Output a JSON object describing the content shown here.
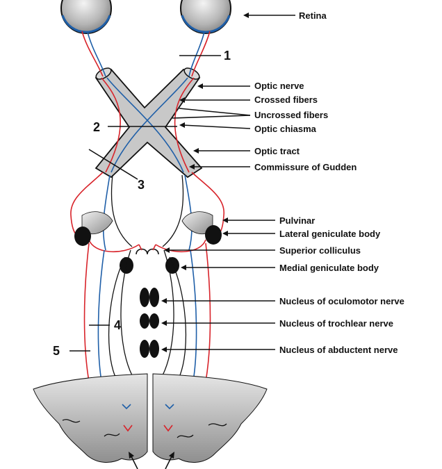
{
  "labels": {
    "retina": "Retina",
    "optic_nerve": "Optic nerve",
    "crossed_fibers": "Crossed fibers",
    "uncrossed_fibers": "Uncrossed fibers",
    "optic_chiasma": "Optic chiasma",
    "optic_tract": "Optic tract",
    "commissure_of_gudden": "Commissure of Gudden",
    "pulvinar": "Pulvinar",
    "lateral_geniculate_body": "Lateral geniculate body",
    "superior_colliculus": "Superior colliculus",
    "medial_geniculate_body": "Medial geniculate body",
    "nucleus_oculomotor": "Nucleus of oculomotor nerve",
    "nucleus_trochlear": "Nucleus of trochlear nerve",
    "nucleus_abducent": "Nucleus of abductent nerve"
  },
  "numbers": {
    "n1": "1",
    "n2": "2",
    "n3": "3",
    "n4": "4",
    "n5": "5"
  },
  "colors": {
    "crossed_fiber": "#1f5fa8",
    "uncrossed_fiber": "#d8232a",
    "tissue": "#c8c8c8",
    "outline": "#111111"
  }
}
